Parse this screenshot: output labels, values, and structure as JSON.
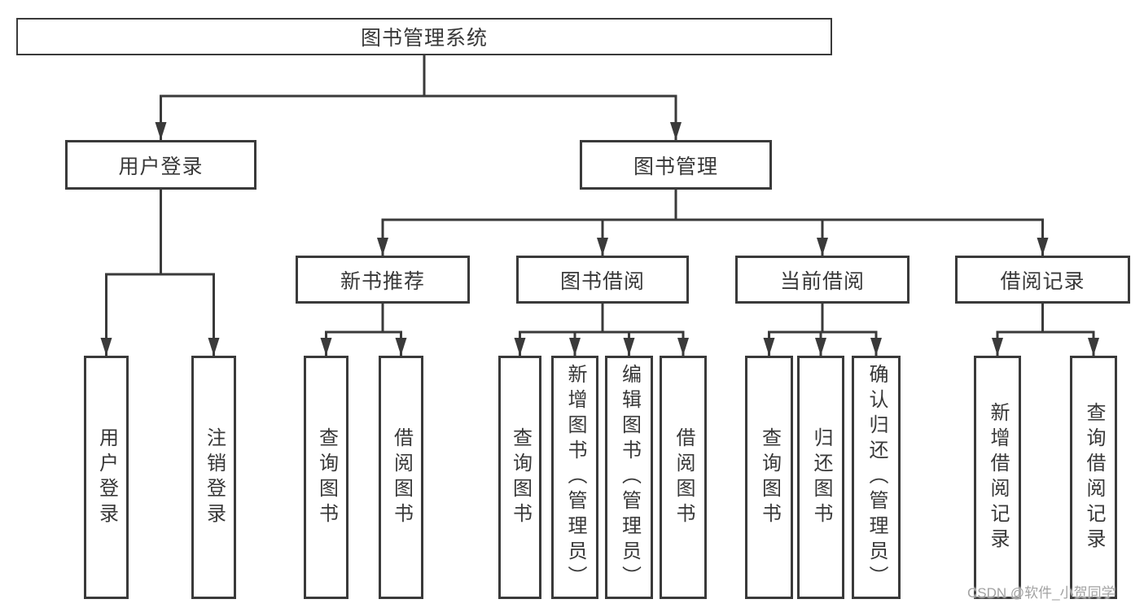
{
  "diagram_type": "hierarchy-tree",
  "colors": {
    "background": "#ffffff",
    "line": "#3a3a3a",
    "box_border": "#3a3a3a",
    "text": "#383838",
    "watermark": "#a2a2a2"
  },
  "watermark": {
    "text": "CSDN @软件_小贺同学"
  },
  "tree": {
    "label": "图书管理系统",
    "children": [
      {
        "label": "用户登录",
        "children": [
          {
            "label": "用户登录"
          },
          {
            "label": "注销登录"
          }
        ]
      },
      {
        "label": "图书管理",
        "children": [
          {
            "label": "新书推荐",
            "children": [
              {
                "label": "查询图书"
              },
              {
                "label": "借阅图书"
              }
            ]
          },
          {
            "label": "图书借阅",
            "children": [
              {
                "label": "查询图书"
              },
              {
                "label": "新增图书（管理员）"
              },
              {
                "label": "编辑图书（管理员）"
              },
              {
                "label": "借阅图书"
              }
            ]
          },
          {
            "label": "当前借阅",
            "children": [
              {
                "label": "查询图书"
              },
              {
                "label": "归还图书"
              },
              {
                "label": "确认归还（管理员）"
              }
            ]
          },
          {
            "label": "借阅记录",
            "children": [
              {
                "label": "新增借阅记录"
              },
              {
                "label": "查询借阅记录"
              }
            ]
          }
        ]
      }
    ]
  }
}
